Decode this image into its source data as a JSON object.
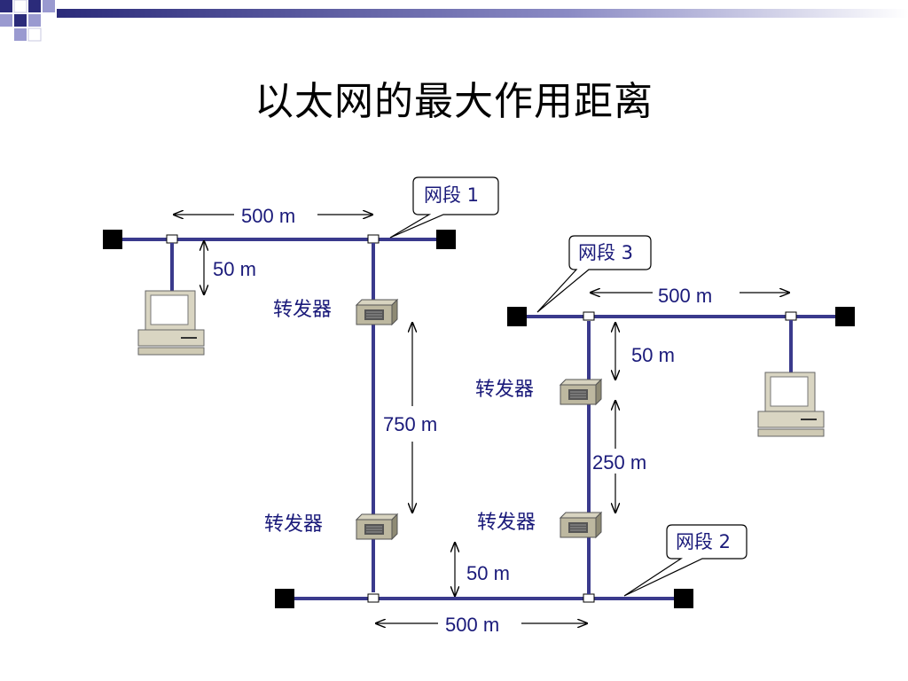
{
  "slide": {
    "title": "以太网的最大作用距离"
  },
  "segments": {
    "seg1": "网段 1",
    "seg2": "网段 2",
    "seg3": "网段 3"
  },
  "repeater_label": "转发器",
  "distances": {
    "seg1_length": "500 m",
    "seg1_drop": "50 m",
    "left_vertical": "750 m",
    "seg3_length": "500 m",
    "seg3_drop": "50 m",
    "right_vertical": "250 m",
    "seg2_drop": "50 m",
    "seg2_length": "500 m"
  },
  "colors": {
    "cable": "#3a3a8c",
    "terminator": "#000000",
    "label_text": "#1a1a7a",
    "deco_dark": "#2b2b7a",
    "deco_light": "#9a9ad0"
  }
}
